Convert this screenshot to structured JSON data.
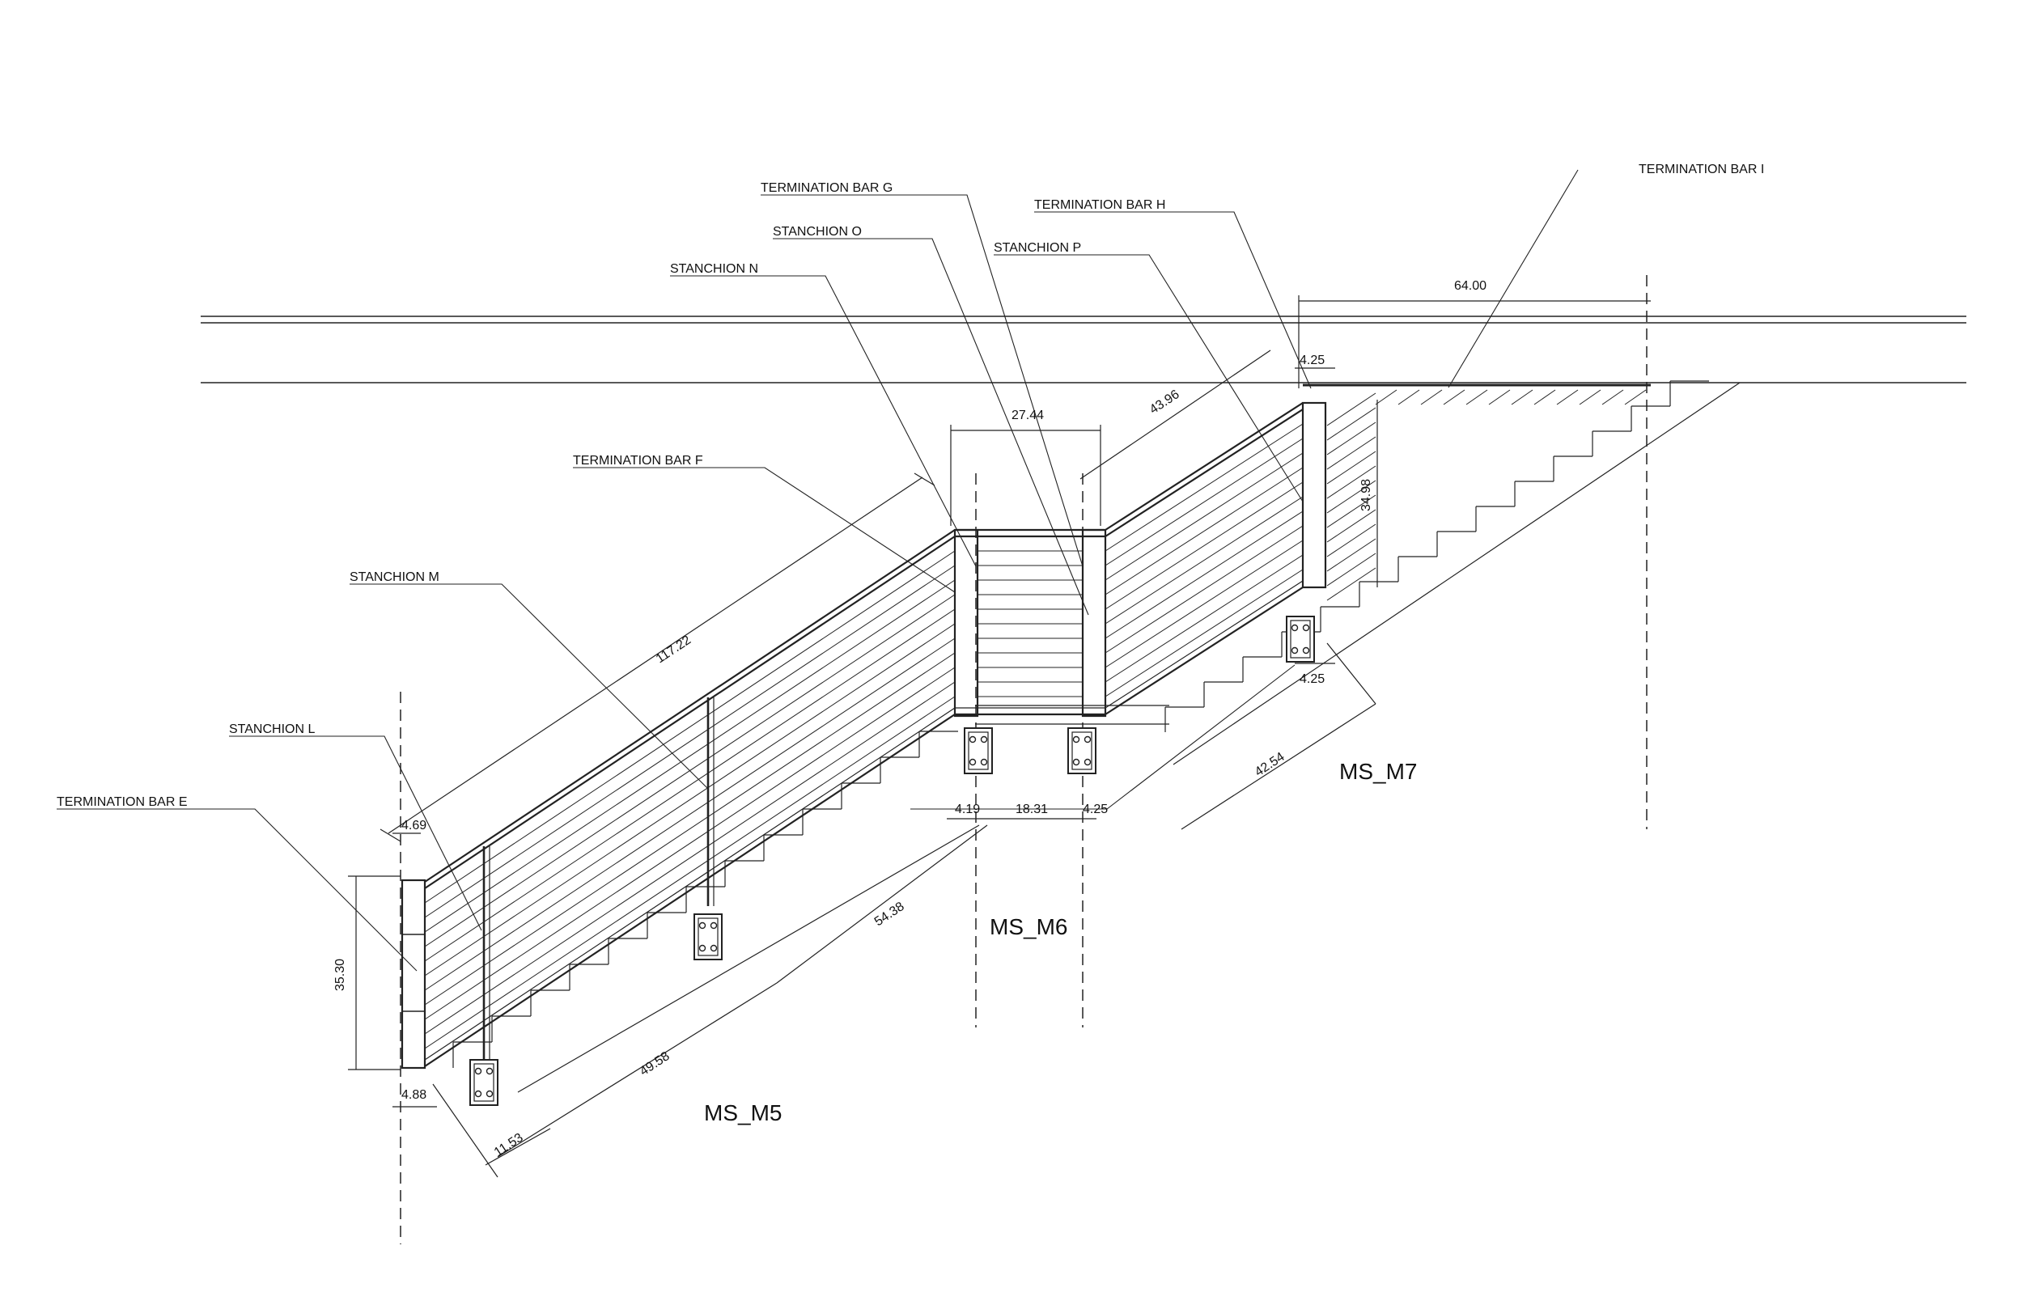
{
  "labels": {
    "termination_bar_e": "TERMINATION BAR E",
    "termination_bar_f": "TERMINATION BAR F",
    "termination_bar_g": "TERMINATION BAR G",
    "termination_bar_h": "TERMINATION BAR H",
    "termination_bar_i": "TERMINATION BAR I",
    "stanchion_l": "STANCHION L",
    "stanchion_m": "STANCHION M",
    "stanchion_n": "STANCHION N",
    "stanchion_o": "STANCHION O",
    "stanchion_p": "STANCHION P"
  },
  "sections": {
    "ms_m5": "MS_M5",
    "ms_m6": "MS_M6",
    "ms_m7": "MS_M7"
  },
  "dimensions": {
    "d_117_22": "117.22",
    "d_4_69": "4.69",
    "d_35_30": "35.30",
    "d_4_88": "4.88",
    "d_11_53": "11.53",
    "d_49_58": "49.58",
    "d_54_38": "54.38",
    "d_27_44": "27.44",
    "d_4_19": "4.19",
    "d_18_31": "18.31",
    "d_4_25_mid": "4.25",
    "d_43_96": "43.96",
    "d_4_25_top": "4.25",
    "d_64_00": "64.00",
    "d_34_98": "34.98",
    "d_4_25_right": "4.25",
    "d_42_54": "42.54"
  }
}
